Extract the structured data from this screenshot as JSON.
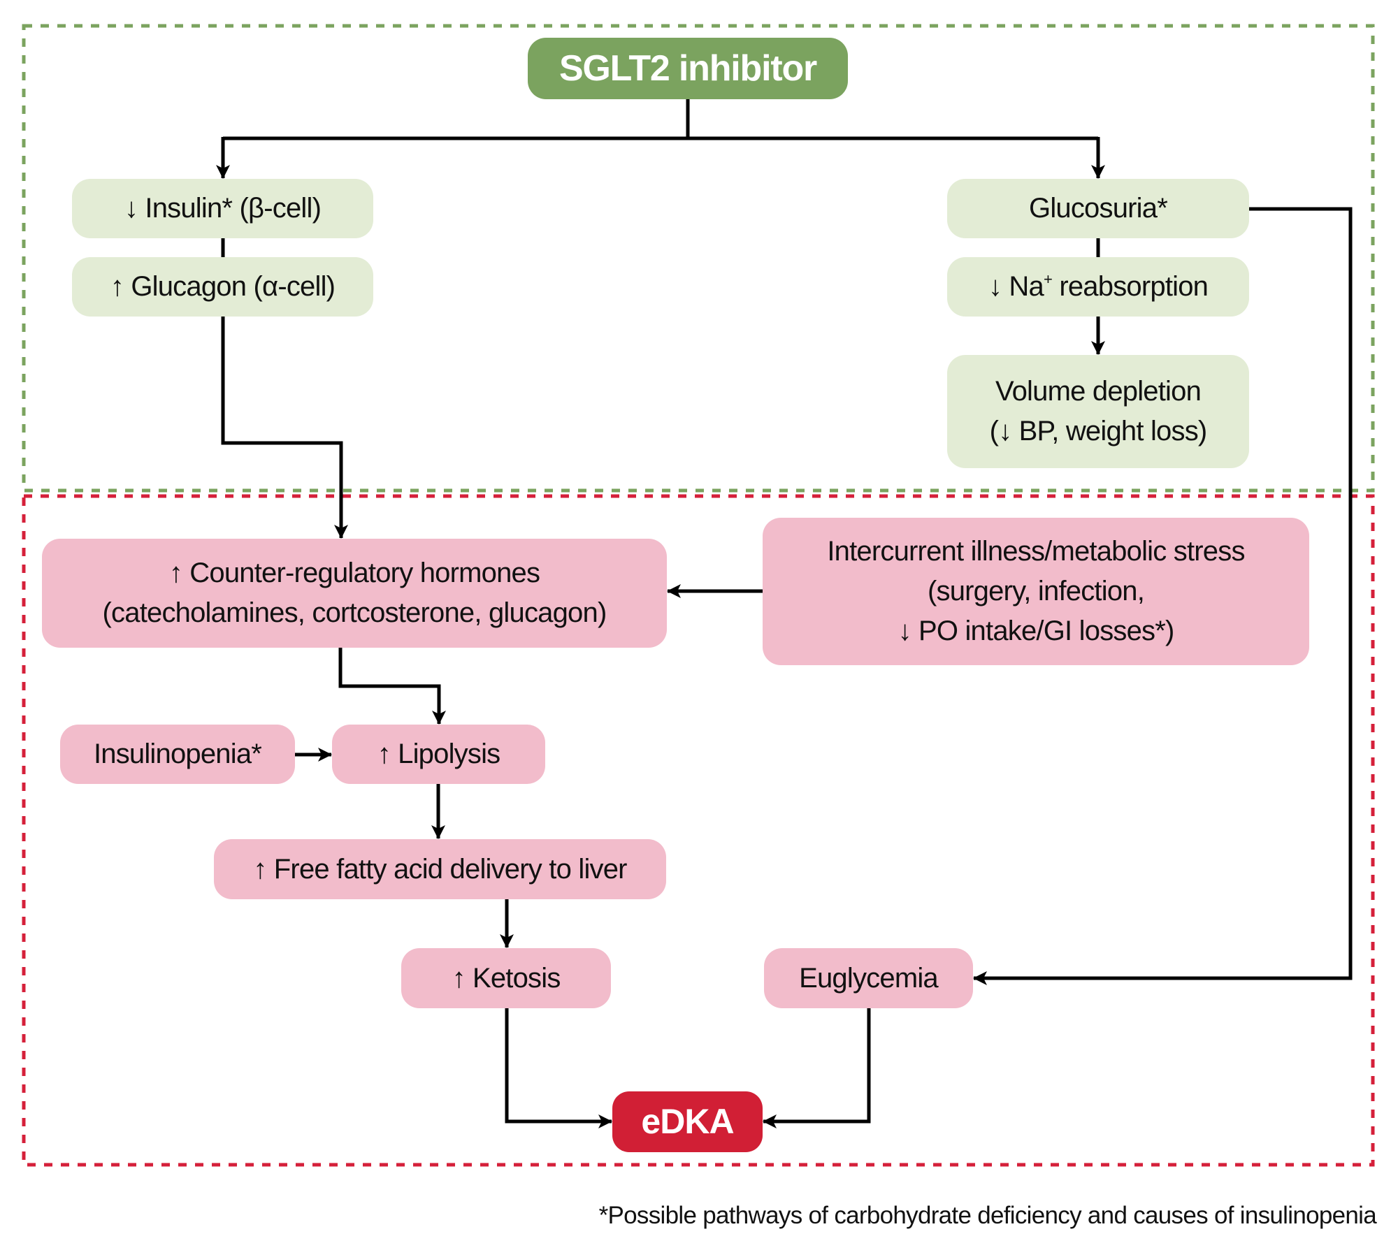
{
  "colors": {
    "frame_top": "#7BA35F",
    "frame_bottom": "#D5203A",
    "primary_node": "#7BA35F",
    "renal_node_fill": "#E3ECD5",
    "dka_node_fill": "#F2BCCB",
    "outcome_node": "#D11F35",
    "connector": "#000000"
  },
  "nodes": {
    "sglt2": "SGLT2 inhibitor",
    "insulin": {
      "arrow": "↓",
      "text": "Insulin* (β-cell)"
    },
    "glucagon": {
      "arrow": "↑",
      "text": "Glucagon (α-cell)"
    },
    "glucosuria": "Glucosuria*",
    "na_reabsorption": {
      "arrow": "↓",
      "ion": "Na",
      "charge": "+",
      "text": "reabsorption"
    },
    "volume_depletion": {
      "line1": "Volume depletion",
      "line2": "(↓ BP, weight loss)"
    },
    "counter_regulatory": {
      "line1": "↑ Counter-regulatory hormones",
      "line2": "(catecholamines, cortcosterone, glucagon)"
    },
    "intercurrent": {
      "line1": "Intercurrent illness/metabolic stress",
      "line2": "(surgery, infection,",
      "line3": "↓ PO intake/GI losses*)"
    },
    "insulinopenia": "Insulinopenia*",
    "lipolysis": "↑ Lipolysis",
    "ffa": "↑ Free fatty acid delivery to liver",
    "ketosis": "↑ Ketosis",
    "euglycemia": "Euglycemia",
    "edka": "eDKA"
  },
  "edges": [
    {
      "from": "sglt2",
      "to": "insulin"
    },
    {
      "from": "sglt2",
      "to": "glucosuria"
    },
    {
      "from": "insulin",
      "to": "glucagon"
    },
    {
      "from": "glucagon",
      "to": "counter_regulatory"
    },
    {
      "from": "glucosuria",
      "to": "na_reabsorption"
    },
    {
      "from": "na_reabsorption",
      "to": "volume_depletion"
    },
    {
      "from": "glucosuria",
      "to": "euglycemia"
    },
    {
      "from": "intercurrent",
      "to": "counter_regulatory"
    },
    {
      "from": "counter_regulatory",
      "to": "lipolysis"
    },
    {
      "from": "insulinopenia",
      "to": "lipolysis"
    },
    {
      "from": "lipolysis",
      "to": "ffa"
    },
    {
      "from": "ffa",
      "to": "ketosis"
    },
    {
      "from": "ketosis",
      "to": "edka"
    },
    {
      "from": "euglycemia",
      "to": "edka"
    }
  ],
  "footnote": "*Possible pathways of carbohydrate deficiency and causes of insulinopenia"
}
